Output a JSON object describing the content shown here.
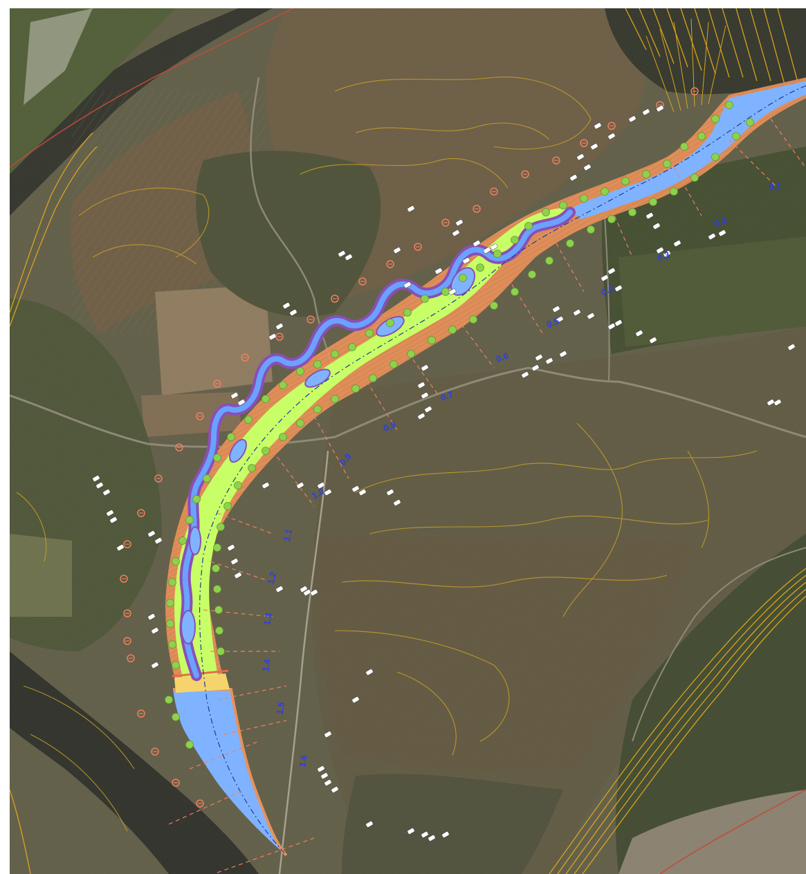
{
  "map": {
    "colors": {
      "water_area": "#7fb3ff",
      "meadow": "#c8ff66",
      "bank_slope": "#e8925a",
      "minor_channel": "#8a4fb5",
      "contour": "#c9a227",
      "profile_marker": "#f08060",
      "km_label": "#2d3fe0",
      "tree": "#8fd14f",
      "bridge": "#f6d46c"
    },
    "layers": [
      {
        "name": "aerial-imagery",
        "icon": "satellite-icon"
      },
      {
        "name": "river-channel",
        "icon": "water-icon"
      },
      {
        "name": "meadow-buffer",
        "icon": "grass-icon"
      },
      {
        "name": "contour-lines",
        "icon": "contour-icon"
      },
      {
        "name": "cross-sections",
        "icon": "section-icon"
      },
      {
        "name": "tree-plantings",
        "icon": "tree-icon"
      },
      {
        "name": "survey-points",
        "icon": "point-icon"
      }
    ],
    "chainage_labels": [
      {
        "text": "0.1"
      },
      {
        "text": "0.2"
      },
      {
        "text": "0.3"
      },
      {
        "text": "0.4"
      },
      {
        "text": "0.5"
      },
      {
        "text": "0.6"
      },
      {
        "text": "0.7"
      },
      {
        "text": "0.8"
      },
      {
        "text": "0.9"
      },
      {
        "text": "1.0"
      },
      {
        "text": "1.1"
      },
      {
        "text": "1.2"
      },
      {
        "text": "1.3"
      },
      {
        "text": "1.4"
      },
      {
        "text": "1.5"
      },
      {
        "text": "1.6"
      }
    ]
  }
}
